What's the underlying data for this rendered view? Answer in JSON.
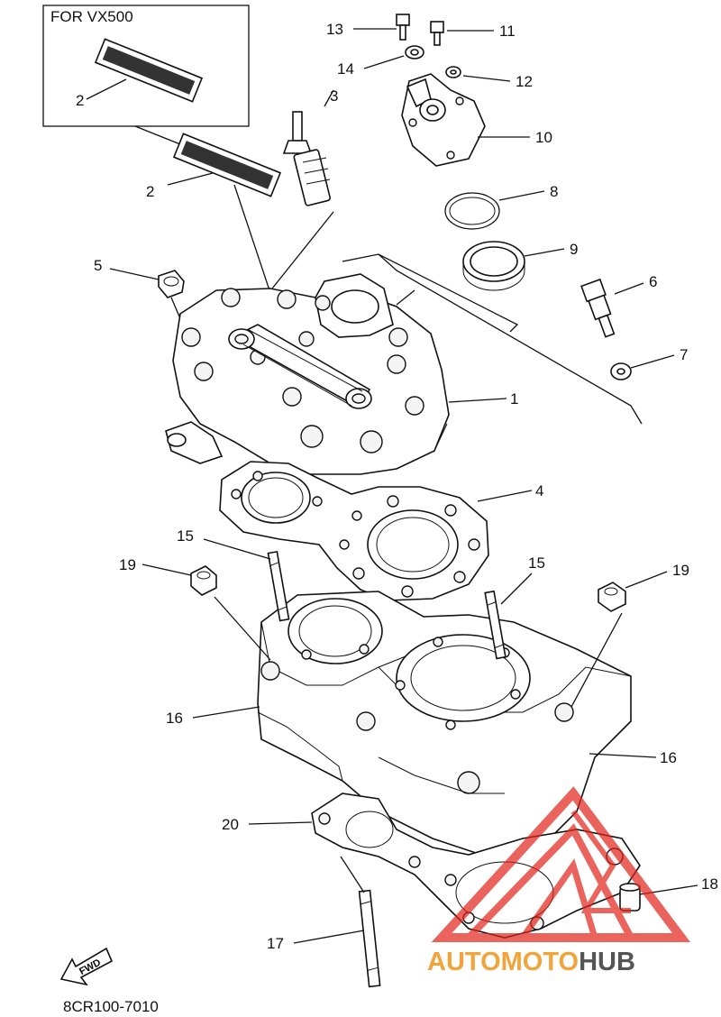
{
  "inset": {
    "title": "FOR VX500"
  },
  "drawing_code": "8CR100-7010",
  "fwd_label": "FWD",
  "watermark": {
    "part1": "AUTOMOTO",
    "part2": "HUB",
    "accent_color": "#e2231a",
    "secondary_color": "#f2a33a",
    "dark_color": "#555555"
  },
  "callouts": {
    "c1": "1",
    "c2a": "2",
    "c2b": "2",
    "c3": "3",
    "c4": "4",
    "c5": "5",
    "c6": "6",
    "c7": "7",
    "c8": "8",
    "c9": "9",
    "c10": "10",
    "c11": "11",
    "c12": "12",
    "c13": "13",
    "c14": "14",
    "c15a": "15",
    "c15b": "15",
    "c16a": "16",
    "c16b": "16",
    "c17": "17",
    "c18": "18",
    "c19a": "19",
    "c19b": "19",
    "c20": "20"
  }
}
